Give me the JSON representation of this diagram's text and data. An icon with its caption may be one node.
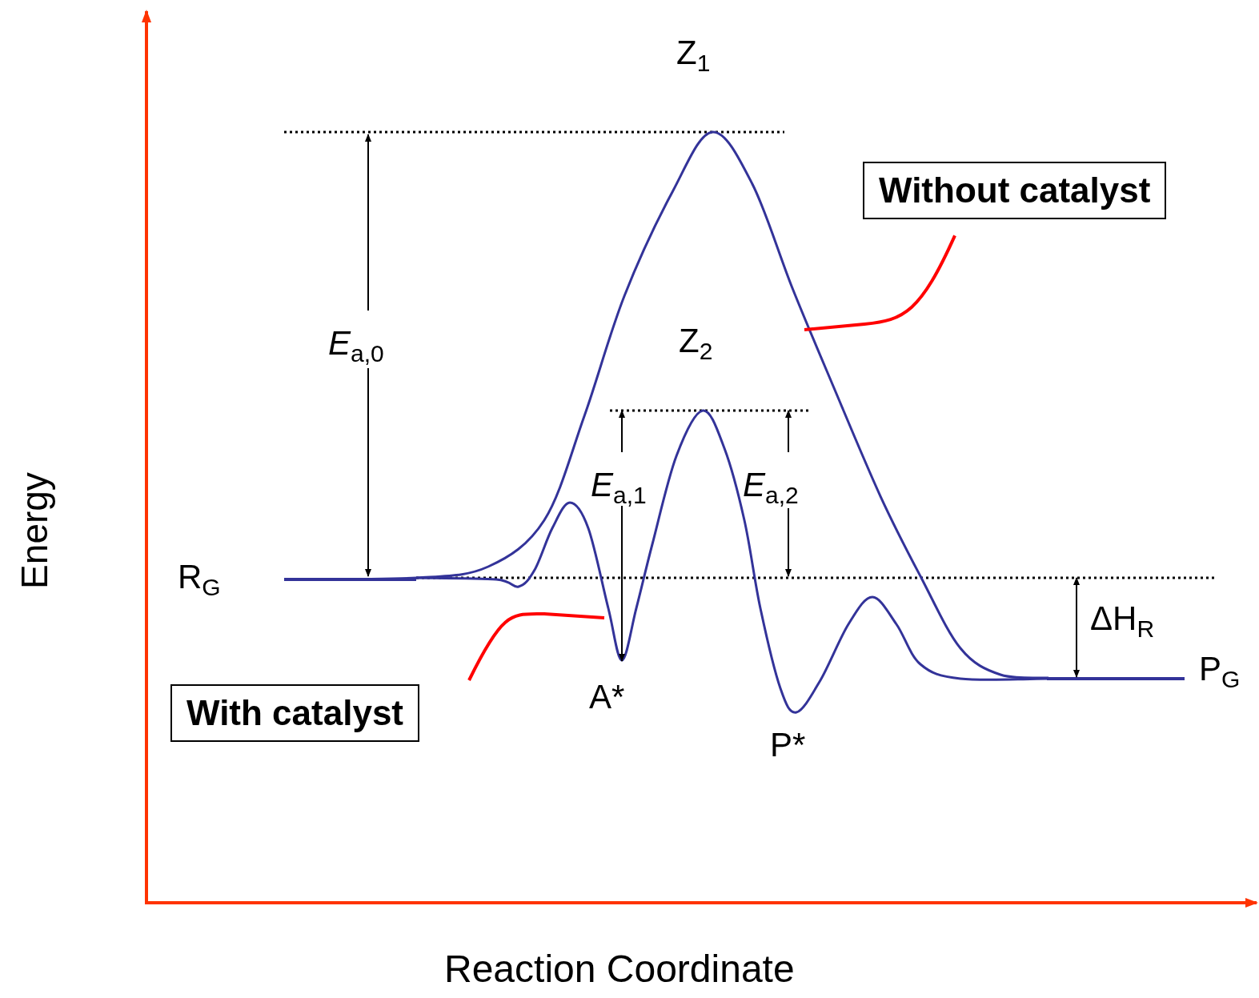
{
  "diagram": {
    "nodes": [
      {
        "text": [
          "Without catalyst"
        ]
      },
      {
        "text": [
          "With catalyst"
        ]
      }
    ],
    "edges": [
      {
        "from": 0,
        "to": null,
        "arrow": "none"
      },
      {
        "from": 1,
        "to": null,
        "arrow": "none"
      }
    ],
    "labels": [
      "Z$_{1}$",
      "*E*$_{a,0}$",
      "Z$_{2}$",
      "*E*$_{a,1}$",
      "*E*$_{a,2}$",
      "R$_{G}$",
      "ΔH$_{R}$",
      "P$_{G}$",
      "A*",
      "P*",
      "Energy",
      "Reaction Coordinate"
    ]
  }
}
